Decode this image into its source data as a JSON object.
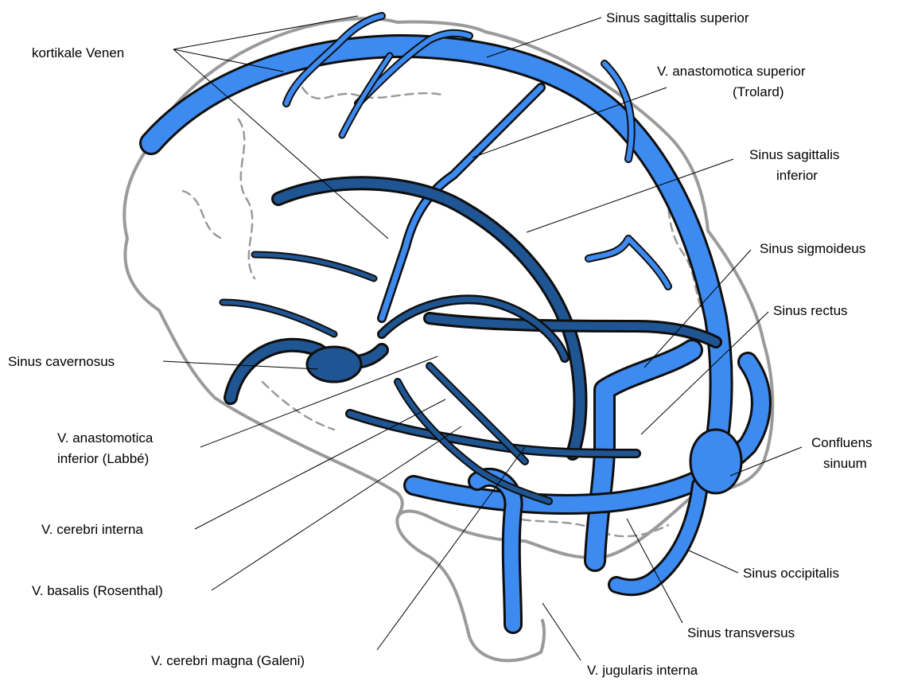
{
  "colors": {
    "superficial_vein": "#3d8af0",
    "deep_vein": "#1f5592",
    "vessel_outline": "#0e0e0e",
    "brain_outline": "#9a9a9a",
    "label_text": "#000000"
  },
  "labels": {
    "kortikale_venen": "kortikale Venen",
    "sinus_sagittalis_superior": "Sinus sagittalis superior",
    "v_anastomotica_superior_1": "V. anastomotica superior",
    "v_anastomotica_superior_2": "(Trolard)",
    "sinus_sagittalis_inferior_1": "Sinus sagittalis",
    "sinus_sagittalis_inferior_2": "inferior",
    "sinus_sigmoideus": "Sinus sigmoideus",
    "sinus_rectus": "Sinus rectus",
    "sinus_cavernosus": "Sinus cavernosus",
    "v_anastomotica_inferior_1": "V. anastomotica",
    "v_anastomotica_inferior_2": "inferior (Labbé)",
    "confluens_1": "Confluens",
    "confluens_2": "sinuum",
    "v_cerebri_interna": "V. cerebri interna",
    "v_basalis": "V. basalis (Rosenthal)",
    "sinus_occipitalis": "Sinus occipitalis",
    "sinus_transversus": "Sinus transversus",
    "v_cerebri_magna": "V. cerebri magna (Galeni)",
    "v_jugularis_interna": "V. jugularis interna"
  }
}
